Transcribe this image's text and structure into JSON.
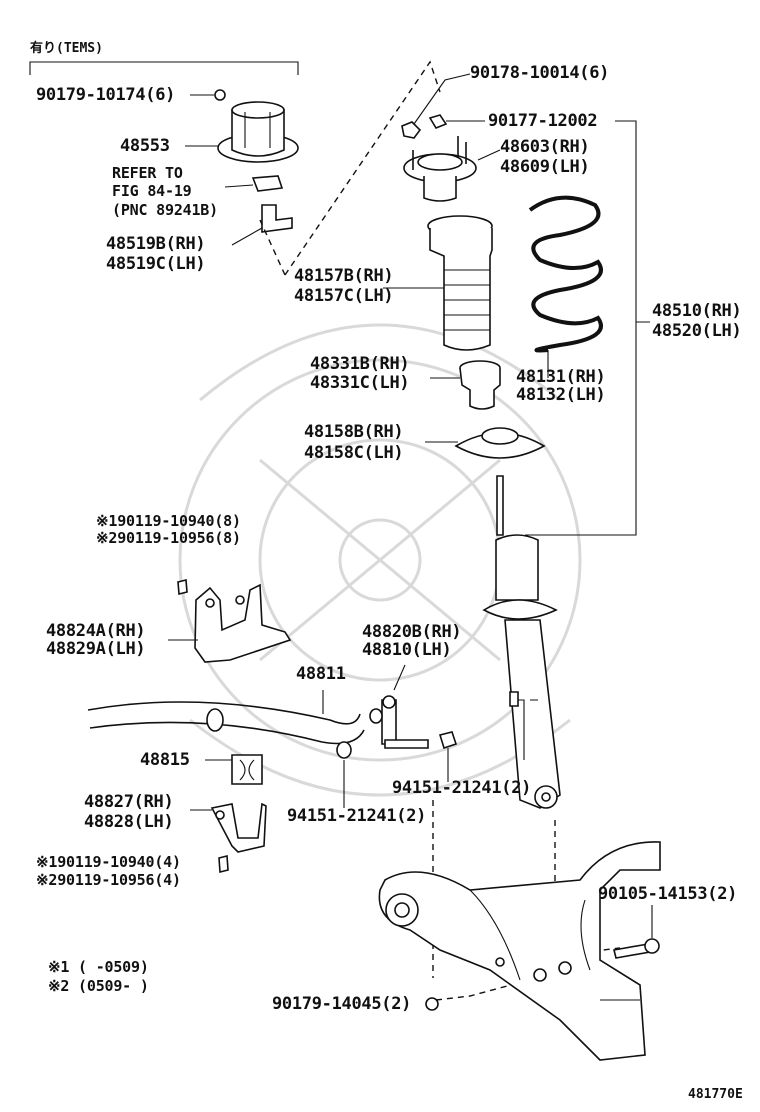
{
  "diagram_id": "481770E",
  "tems_note": "有り(TEMS)",
  "footnotes": {
    "n1": "※1  (    -0509)",
    "n2": "※2  (0509-    )"
  },
  "parts": {
    "p90179_10174": "90179-10174(6)",
    "p48553": "48553",
    "refer1": "REFER TO",
    "refer2": "FIG 84-19",
    "refer3": "(PNC 89241B)",
    "p48519b": "48519B(RH)",
    "p48519c": "48519C(LH)",
    "p90178_10014": "90178-10014(6)",
    "p90177_12002": "90177-12002",
    "p48603": "48603(RH)",
    "p48609": "48609(LH)",
    "p48157b": "48157B(RH)",
    "p48157c": "48157C(LH)",
    "p48510": "48510(RH)",
    "p48520": "48520(LH)",
    "p48331b": "48331B(RH)",
    "p48331c": "48331C(LH)",
    "p48131": "48131(RH)",
    "p48132": "48132(LH)",
    "p48158b": "48158B(RH)",
    "p48158c": "48158C(LH)",
    "bolt1a": "※190119-10940(8)",
    "bolt1b": "※290119-10956(8)",
    "p48824a": "48824A(RH)",
    "p48829a": "48829A(LH)",
    "p48820b": "48820B(RH)",
    "p48810": "48810(LH)",
    "p48811": "48811",
    "p48815": "48815",
    "p94151_right": "94151-21241(2)",
    "p48827": "48827(RH)",
    "p48828": "48828(LH)",
    "p94151_bottom": "94151-21241(2)",
    "bolt2a": "※190119-10940(4)",
    "bolt2b": "※290119-10956(4)",
    "p90105_14153": "90105-14153(2)",
    "p90179_14045": "90179-14045(2)"
  }
}
